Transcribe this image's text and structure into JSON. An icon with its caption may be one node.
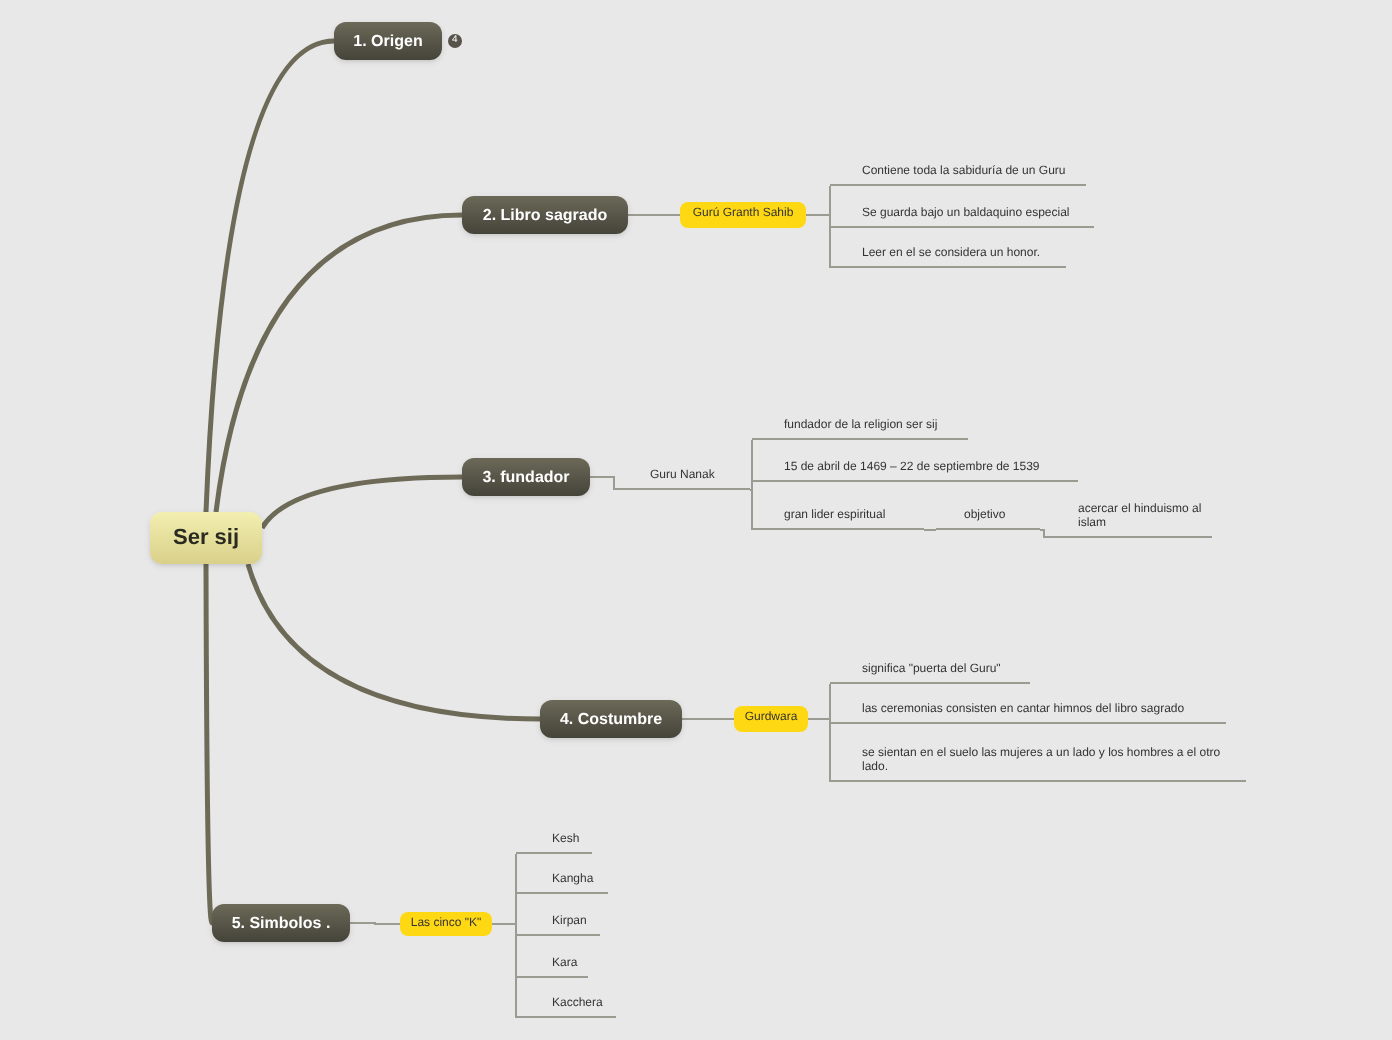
{
  "diagram": {
    "nodes": [
      {
        "text": [
          "Ser sij"
        ]
      },
      {
        "text": [
          "1. Origen"
        ],
        "beside": [
          "4"
        ]
      },
      {
        "text": [
          "2. Libro sagrado"
        ]
      },
      {
        "text": [
          "Gurú Granth Sahib"
        ]
      },
      {
        "text": [
          "Contiene toda la sabiduría de un Guru"
        ]
      },
      {
        "text": [
          "Se guarda bajo un baldaquino especial"
        ]
      },
      {
        "text": [
          "Leer en el se considera un honor."
        ]
      },
      {
        "text": [
          "3. fundador"
        ]
      },
      {
        "text": [
          "Guru Nanak"
        ]
      },
      {
        "text": [
          "fundador de la religion ser sij"
        ]
      },
      {
        "text": [
          "15 de abril de 1469 –  22 de septiembre de 1539"
        ]
      },
      {
        "text": [
          "gran lider espiritual"
        ]
      },
      {
        "text": [
          "objetivo"
        ]
      },
      {
        "text": [
          "acercar el hinduismo al islam"
        ]
      },
      {
        "text": [
          "4. Costumbre"
        ]
      },
      {
        "text": [
          "Gurdwara"
        ]
      },
      {
        "text": [
          "significa \"puerta del Guru\""
        ]
      },
      {
        "text": [
          "las ceremonias consisten en cantar himnos del libro sagrado"
        ]
      },
      {
        "text": [
          "se sientan en el suelo las mujeres a un lado y los hombres a el otro lado."
        ]
      },
      {
        "text": [
          "5. Simbolos ."
        ]
      },
      {
        "text": [
          "Las cinco \"K\""
        ]
      },
      {
        "text": [
          "Kesh"
        ]
      },
      {
        "text": [
          "Kangha"
        ]
      },
      {
        "text": [
          "Kirpan"
        ]
      },
      {
        "text": [
          "Kara"
        ]
      },
      {
        "text": [
          "Kacchera"
        ]
      }
    ],
    "edges": [
      {
        "from": 0,
        "to": 1,
        "arrow": "none",
        "style": "thick"
      },
      {
        "from": 0,
        "to": 2,
        "arrow": "none",
        "style": "thick"
      },
      {
        "from": 0,
        "to": 7,
        "arrow": "none",
        "style": "thick"
      },
      {
        "from": 0,
        "to": 14,
        "arrow": "none",
        "style": "thick"
      },
      {
        "from": 0,
        "to": 19,
        "arrow": "none",
        "style": "thick"
      },
      {
        "from": 2,
        "to": 3,
        "arrow": "none"
      },
      {
        "from": 3,
        "to": 4,
        "arrow": "none"
      },
      {
        "from": 3,
        "to": 5,
        "arrow": "none"
      },
      {
        "from": 3,
        "to": 6,
        "arrow": "none"
      },
      {
        "from": 7,
        "to": 8,
        "arrow": "none"
      },
      {
        "from": 8,
        "to": 9,
        "arrow": "none"
      },
      {
        "from": 8,
        "to": 10,
        "arrow": "none"
      },
      {
        "from": 8,
        "to": 11,
        "arrow": "none"
      },
      {
        "from": 11,
        "to": 12,
        "arrow": "none"
      },
      {
        "from": 12,
        "to": 13,
        "arrow": "none"
      },
      {
        "from": 14,
        "to": 15,
        "arrow": "none"
      },
      {
        "from": 15,
        "to": 16,
        "arrow": "none"
      },
      {
        "from": 15,
        "to": 17,
        "arrow": "none"
      },
      {
        "from": 15,
        "to": 18,
        "arrow": "none"
      },
      {
        "from": 19,
        "to": 20,
        "arrow": "none"
      },
      {
        "from": 20,
        "to": 21,
        "arrow": "none"
      },
      {
        "from": 20,
        "to": 22,
        "arrow": "none"
      },
      {
        "from": 20,
        "to": 23,
        "arrow": "none"
      },
      {
        "from": 20,
        "to": 24,
        "arrow": "none"
      },
      {
        "from": 20,
        "to": 25,
        "arrow": "none"
      }
    ]
  }
}
